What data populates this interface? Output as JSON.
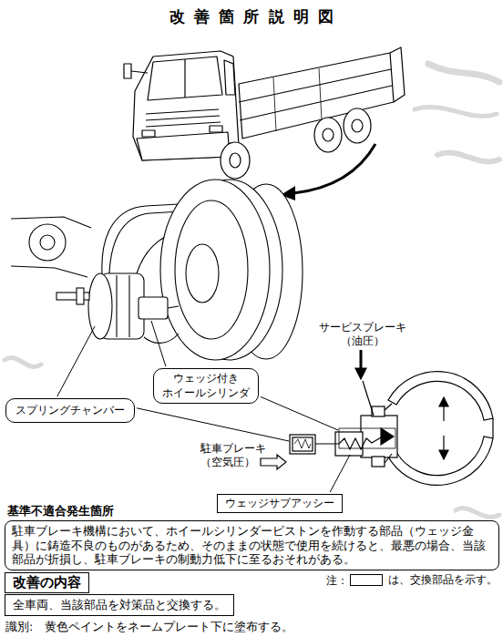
{
  "diagram": {
    "title": "改善箇所説明図",
    "nodes": [
      {
        "text": [
          "スプリングチャンバー"
        ]
      },
      {
        "text": [
          "ウェッジ付き ホイールシリンダ"
        ]
      },
      {
        "text": [
          "ウェッジサブアッシー"
        ]
      },
      {
        "text": [
          "基準不適合発生箇所",
          "駐車ブレーキ機構において、ホイールシリンダーピストンを作動する部品（ウェッジ金具）に鋳造不良のものがあるため、そのままの状態で使用を続けると、最悪の場合、当該部品が折損し、駐車ブレーキの制動力低下に至るおそれがある。"
        ]
      },
      {
        "text": [
          "改善の内容"
        ]
      },
      {
        "text": [
          "全車両、当該部品を対策品と交換する。"
        ]
      }
    ],
    "labels": [
      "サービスブレーキ （油圧）",
      "駐車ブレーキ （空気圧）",
      "注：",
      "識別:　黄色ペイントをネームプレート下に塗布する。"
    ],
    "legend": [
      {
        "text": "は、交換部品を示す。"
      }
    ]
  }
}
